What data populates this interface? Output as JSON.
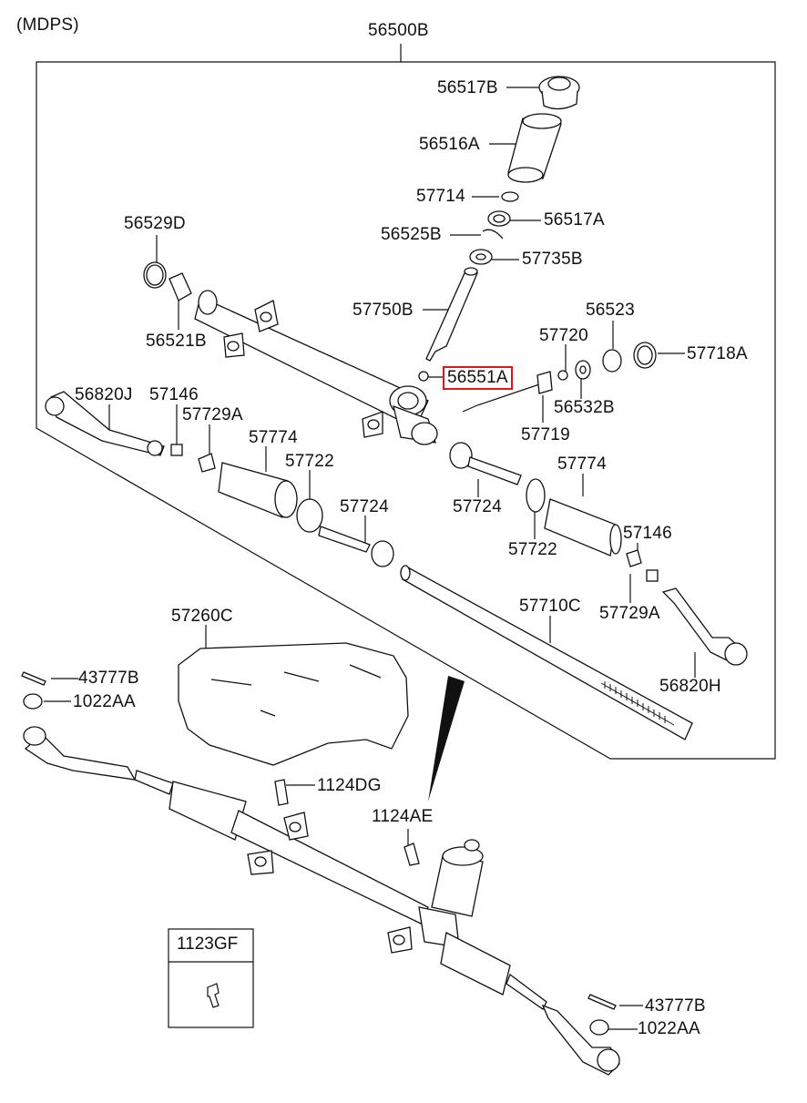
{
  "header": {
    "variant": "(MDPS)",
    "assembly_part": "56500B"
  },
  "highlight_color": "#e0161b",
  "parts": [
    {
      "id": "p56517B",
      "label": "56517B"
    },
    {
      "id": "p56516A",
      "label": "56516A"
    },
    {
      "id": "p57714",
      "label": "57714"
    },
    {
      "id": "p56517A",
      "label": "56517A"
    },
    {
      "id": "p56525B",
      "label": "56525B"
    },
    {
      "id": "p57735B",
      "label": "57735B"
    },
    {
      "id": "p56529D",
      "label": "56529D"
    },
    {
      "id": "p56521B",
      "label": "56521B"
    },
    {
      "id": "p57750B",
      "label": "57750B"
    },
    {
      "id": "p56523",
      "label": "56523"
    },
    {
      "id": "p57720",
      "label": "57720"
    },
    {
      "id": "p57718A",
      "label": "57718A"
    },
    {
      "id": "p56551A",
      "label": "56551A"
    },
    {
      "id": "p56532B",
      "label": "56532B"
    },
    {
      "id": "p57719",
      "label": "57719"
    },
    {
      "id": "p56820J",
      "label": "56820J"
    },
    {
      "id": "p57146a",
      "label": "57146"
    },
    {
      "id": "p57729Aa",
      "label": "57729A"
    },
    {
      "id": "p57774a",
      "label": "57774"
    },
    {
      "id": "p57722a",
      "label": "57722"
    },
    {
      "id": "p57724a",
      "label": "57724"
    },
    {
      "id": "p57724b",
      "label": "57724"
    },
    {
      "id": "p57774b",
      "label": "57774"
    },
    {
      "id": "p57722b",
      "label": "57722"
    },
    {
      "id": "p57146b",
      "label": "57146"
    },
    {
      "id": "p57729Ab",
      "label": "57729A"
    },
    {
      "id": "p57710C",
      "label": "57710C"
    },
    {
      "id": "p56820H",
      "label": "56820H"
    },
    {
      "id": "p57260C",
      "label": "57260C"
    },
    {
      "id": "p43777Ba",
      "label": "43777B"
    },
    {
      "id": "p1022AAa",
      "label": "1022AA"
    },
    {
      "id": "p1124DG",
      "label": "1124DG"
    },
    {
      "id": "p1124AE",
      "label": "1124AE"
    },
    {
      "id": "p43777Bb",
      "label": "43777B"
    },
    {
      "id": "p1022AAb",
      "label": "1022AA"
    }
  ],
  "highlighted_part": "56551A",
  "callout_box": {
    "label": "1123GF"
  }
}
